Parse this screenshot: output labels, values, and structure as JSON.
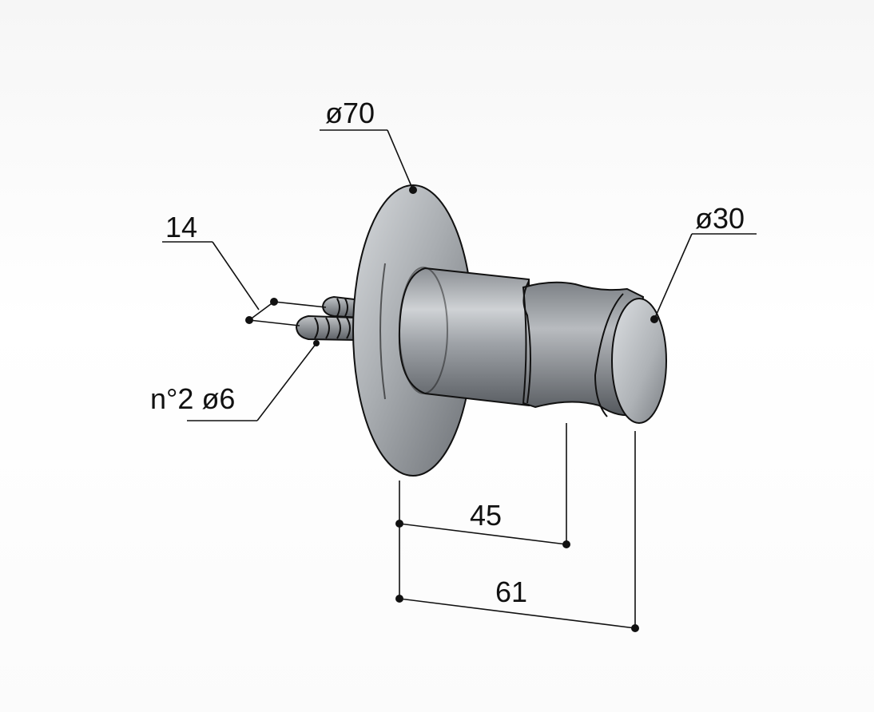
{
  "labels": {
    "flange_diameter": "ø70",
    "screw_length": "14",
    "head_diameter": "ø30",
    "screws": "n°2 ø6",
    "depth_to_holder": "45",
    "total_depth": "61"
  },
  "colors": {
    "metal_light": "#c9ccd0",
    "metal_mid": "#9a9ea3",
    "metal_dark": "#5f6368",
    "line": "#111111"
  }
}
